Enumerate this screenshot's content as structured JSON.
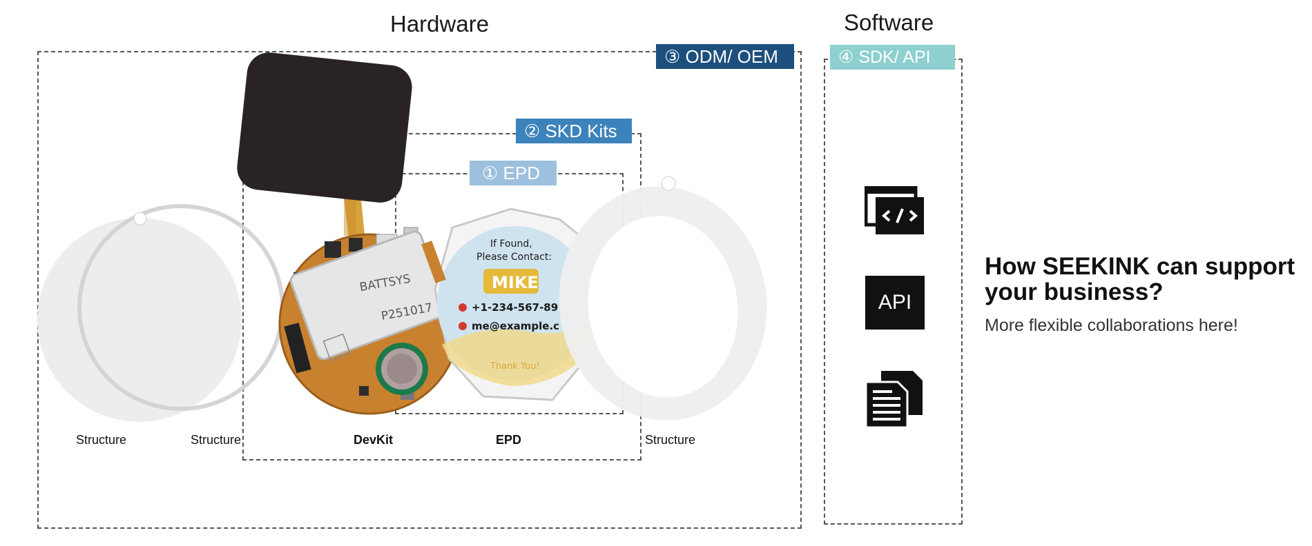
{
  "hardware": {
    "title": "Hardware",
    "odm_tag": {
      "label": "③ ODM/ OEM",
      "color": "#1c4f7c"
    },
    "skd_tag": {
      "label": "② SKD Kits",
      "color": "#3c83bb"
    },
    "epd_tag": {
      "label": "① EPD",
      "color": "#9cc0dd"
    }
  },
  "software": {
    "title": "Software",
    "sdk_tag": {
      "label": "④ SDK/ API",
      "color": "#8ecfd0"
    },
    "icons": [
      {
        "name": "code-windows-icon"
      },
      {
        "name": "api-icon",
        "text": "API"
      },
      {
        "name": "documents-icon"
      }
    ]
  },
  "components": {
    "structure_left": "Structure",
    "structure_ring": "Structure",
    "devkit": "DevKit",
    "epd": "EPD",
    "structure_right": "Structure"
  },
  "device_screen": {
    "line1": "If Found,",
    "line2": "Please Contact:",
    "name": "MIKE",
    "phone": "+1-234-567-89",
    "email": "me@example.c",
    "footer": "Thank You!"
  },
  "battery": {
    "brand": "BATTSYS",
    "code": "P251017"
  },
  "promo": {
    "headline_line1": "How SEEKINK can support",
    "headline_line2": "your business?",
    "subtitle": "More flexible collaborations here!"
  }
}
